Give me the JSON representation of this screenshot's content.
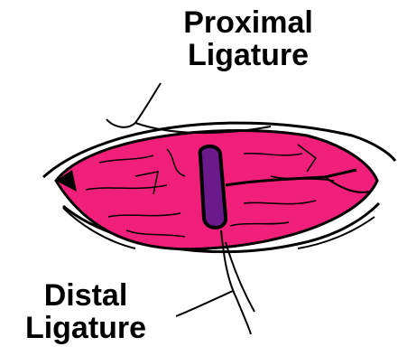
{
  "labels": {
    "proximal": [
      "Proximal",
      "Ligature"
    ],
    "distal": [
      "Distal",
      "Ligature"
    ]
  },
  "colors": {
    "tissue": "#f0207a",
    "vessel": "#6a1a8a",
    "ink": "#000000"
  }
}
